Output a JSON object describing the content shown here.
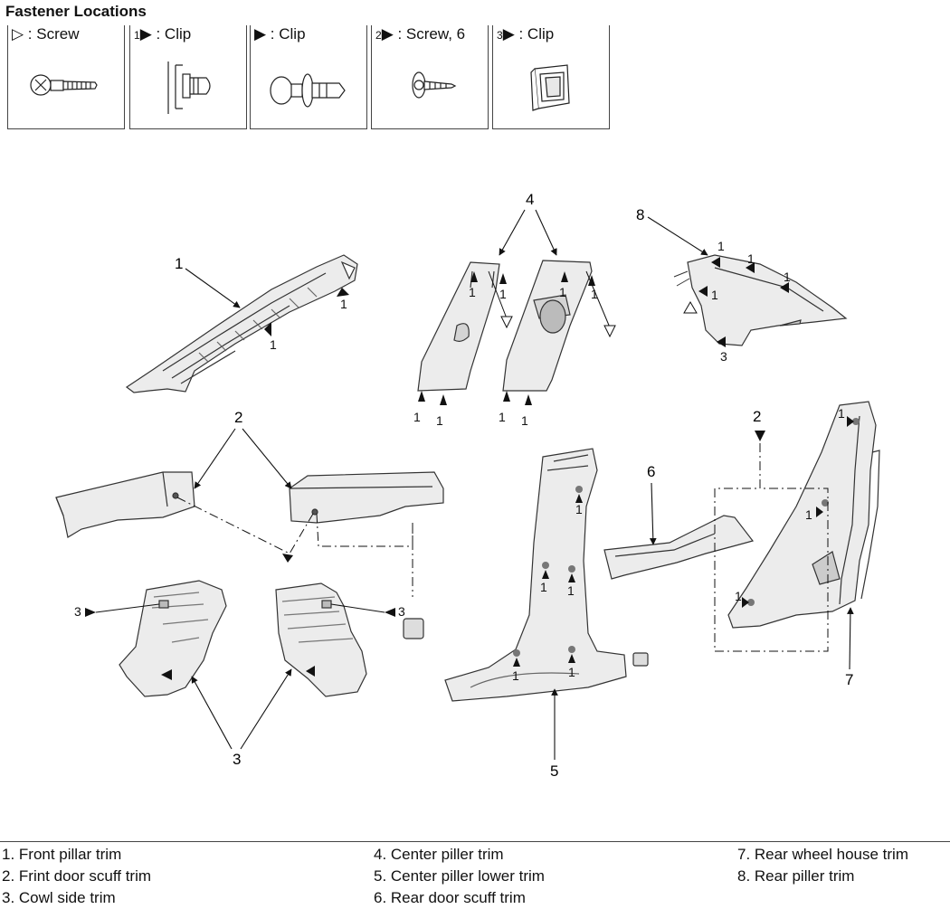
{
  "title": "Fastener Locations",
  "legend": [
    {
      "prefix": "",
      "symbol": "▷",
      "label": " : Screw",
      "icon": "screw-icon"
    },
    {
      "prefix": "1",
      "symbol": "▶",
      "label": " : Clip",
      "icon": "clip-in-panel-icon"
    },
    {
      "prefix": "",
      "symbol": "▶",
      "label": " : Clip",
      "icon": "push-clip-icon"
    },
    {
      "prefix": "2",
      "symbol": "▶",
      "label": " : Screw, 6",
      "icon": "tapping-screw-icon"
    },
    {
      "prefix": "3",
      "symbol": "▶",
      "label": " : Clip",
      "icon": "square-clip-icon"
    }
  ],
  "callouts": {
    "c1": "1",
    "c2": "2",
    "c3": "3",
    "c4": "4",
    "c5": "5",
    "c6": "6",
    "c7": "7",
    "c8": "8"
  },
  "parts": [
    "1. Front pillar trim",
    "2. Frint door scuff trim",
    "3. Cowl side trim",
    "4. Center piller trim",
    "5. Center piller lower trim",
    "6. Rear door scuff trim",
    "7. Rear wheel house trim",
    "8. Rear piller trim"
  ]
}
